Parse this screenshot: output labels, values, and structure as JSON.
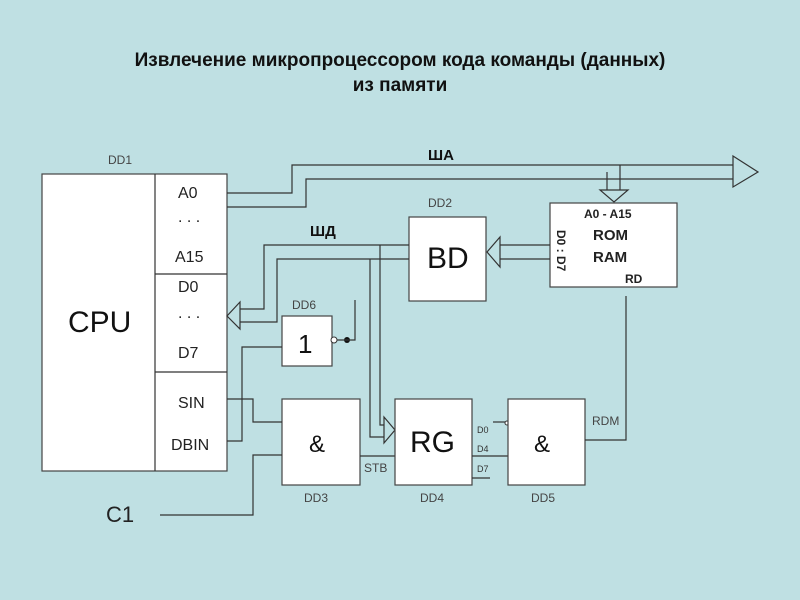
{
  "title": {
    "line1": "Извлечение микропроцессором кода команды (данных)",
    "line2": "из памяти"
  },
  "buses": {
    "address": "ША",
    "data": "ШД"
  },
  "cpu": {
    "designator": "DD1",
    "label": "CPU",
    "pins": {
      "a0": "A0",
      "a_dots": ". . .",
      "a15": "A15",
      "d0": "D0",
      "d_dots": ". . .",
      "d7": "D7",
      "sin": "SIN",
      "dbin": "DBIN"
    }
  },
  "buffer": {
    "designator": "DD2",
    "label": "BD"
  },
  "memory": {
    "address_label": "A0 - A15",
    "rom": "ROM",
    "ram": "RAM",
    "data_label": "D0 : D7",
    "read_label": "RD"
  },
  "inverter": {
    "designator": "DD6",
    "label": "1"
  },
  "and_gate_1": {
    "designator": "DD3",
    "label": "&"
  },
  "register": {
    "designator": "DD4",
    "label": "RG",
    "strobe_label": "STB",
    "outputs": [
      "D0",
      "D4",
      "D7"
    ]
  },
  "and_gate_2": {
    "designator": "DD5",
    "label": "&",
    "output_label": "RDM"
  },
  "clock": {
    "label": "C1"
  }
}
